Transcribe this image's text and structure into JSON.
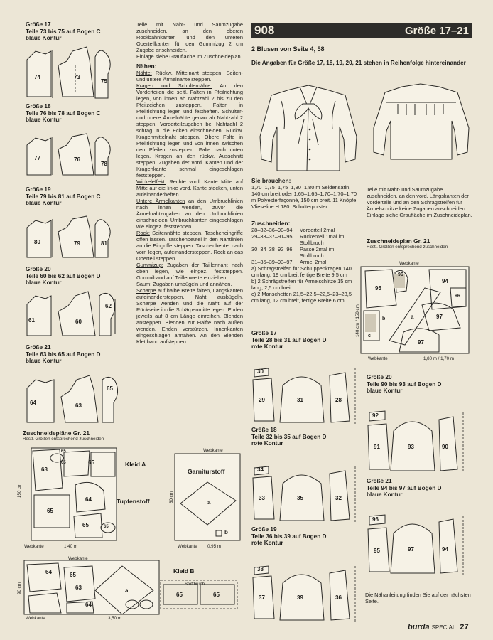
{
  "left_column": [
    {
      "size": "Größe 17",
      "parts": "Teile 73 bis 75 auf Bogen C",
      "contour": "blaue Kontur",
      "pieces": [
        "74",
        "73",
        "75"
      ]
    },
    {
      "size": "Größe 18",
      "parts": "Teile 76 bis 78 auf Bogen C",
      "contour": "blaue Kontur",
      "pieces": [
        "77",
        "76",
        "78"
      ]
    },
    {
      "size": "Größe 19",
      "parts": "Teile 79 bis 81 auf Bogen C",
      "contour": "blaue Kontur",
      "pieces": [
        "80",
        "79",
        "81"
      ]
    },
    {
      "size": "Größe 20",
      "parts": "Teile 60 bis 62 auf Bogen D",
      "contour": "blaue Kontur",
      "pieces": [
        "61",
        "60",
        "62"
      ]
    },
    {
      "size": "Größe 21",
      "parts": "Teile 63 bis 65 auf Bogen D",
      "contour": "blaue Kontur",
      "pieces": [
        "64",
        "63",
        "65"
      ]
    }
  ],
  "middle_text": {
    "intro": "Teile mit Naht- und Saumzugabe zuschneiden, an den oberen Rockbahnkanten und den unteren Oberteilkanten für den Gummizug 2 cm Zugabe anschneiden.",
    "einlage": "Einlage siehe Graufläche im Zuschneideplan.",
    "heading": "Nähen:",
    "paragraphs": [
      {
        "t": "Nähte:",
        "b": " Rückw. Mittelnaht steppen. Seiten- und untere Ärmelnähte steppen."
      },
      {
        "t": "Kragen und Schulternähte:",
        "b": " An den Vorderteilen die seitl. Falten in Pfeilrichtung legen, von innen ab Nahtzahl 2 bis zu den Pfeilzeichen zusteppen. Falten in Pfeilrichtung legen und festheften. Schulter- und obere Ärmelnähte genau ab Nahtzahl 2 steppen, Vorderteilzugaben bei Nahtzahl 2 schräg in die Ecken einschneiden. Rückw. Kragenmittelnaht steppen. Obere Falte in Pfeilrichtung legen und von innen zwischen den Pfeilen zusteppen. Falte nach unten legen. Kragen an den rückw. Ausschnitt steppen. Zugaben der vord. Kanten und der Kragenkante schmal eingeschlagen feststeppen."
      },
      {
        "t": "Wickeleffekt:",
        "b": " Rechte vord. Kante Mitte auf Mitte auf die linke vord. Kante stecken, unten aufeinanderheften."
      },
      {
        "t": "Untere Ärmelkanten",
        "b": " an den Umbruchlinien nach innen wenden, zuvor die Ärmelnahtzugaben an den Umbruchlinien einschneiden. Umbruchkanten eingeschlagen wie eingez. feststeppen."
      },
      {
        "t": "Rock:",
        "b": " Seitennähte steppen, Tascheneingriffe offen lassen. Taschenbeutel in den Nahtlinien an die Eingriffe steppen. Taschenbeutel nach vorn legen, aufeinandersteppen. Rock an das Oberteil steppen."
      },
      {
        "t": "Gummizug:",
        "b": " Zugaben der Taillennaht nach oben legen, wie eingez. feststeppen. Gummiband auf Taillenweite einziehen."
      },
      {
        "t": "Saum:",
        "b": " Zugaben umbügeln und annähen."
      },
      {
        "t": "Schärpe",
        "b": " auf halbe Breite falten, Längskanten aufeinandersteppen. Naht ausbügeln, Schärpe wenden und die Naht auf der Rückseite in die Schärpenmitte legen. Enden jeweils auf 8 cm Länge einreihen. Blenden ansteppen. Blenden zur Hälfte nach außen wenden, Enden verstürzen. Innenkanten eingeschlagen annähen. An den Blenden Klettband aufsteppen."
      }
    ]
  },
  "cutting_left": {
    "title": "Zuschneidepläne Gr. 21",
    "subtitle": "Restl. Größen entsprechend zuschneiden",
    "kleid_a": "Kleid A",
    "tupfen": "Tupfenstoff",
    "garnitur": "Garniturstoff",
    "kleid_b": "Kleid B",
    "stoffbruch": "Stoffbruch",
    "webkante": "Webkante",
    "w1": "1,40 m",
    "w2": "0,95 m",
    "w3": "3,50 m",
    "h1": "150 cm",
    "h2": "80 cm",
    "h3": "90 cm",
    "pieces_a": [
      "65",
      "65",
      "63",
      "65",
      "64",
      "65",
      "65",
      "65",
      "65",
      "64"
    ],
    "pieces_b": [
      "64",
      "65",
      "63",
      "64",
      "65",
      "65",
      "a",
      "65",
      "65",
      "65",
      "a",
      "b"
    ]
  },
  "right": {
    "number": "908",
    "size_range": "Größe 17–21",
    "subtitle": "2 Blusen von Seite 4, 58",
    "note": "Die Angaben für Größe 17, 18, 19, 20, 21 stehen in Reihenfolge hintereinander",
    "need_heading": "Sie brauchen:",
    "need_text": "1,70–1,75–1,75–1,80–1,80 m Seidensatin, 140 cm breit oder 1,65–1,65–1,70–1,70–1,70 m Polyesterfaçonné, 150 cm breit. 11 Knöpfe. Vlieseline H 180. Schulterpolster.",
    "cut_heading": "Zuschneiden:",
    "cut_rows": [
      {
        "n": "28–32–36–90–94",
        "d": "Vorderteil 2mal"
      },
      {
        "n": "29–33–37–91–95",
        "d": "Rückenteil 1mal im Stoffbruch"
      },
      {
        "n": "30–34–38–92–96",
        "d": "Passe 2mal im Stoffbruch"
      },
      {
        "n": "31–35–39–93–97",
        "d": "Ärmel 2mal"
      }
    ],
    "cut_extra": [
      "a) Schrägstreifen für Schluppenkragen 140 cm lang, 19 cm breit fertige Breite 9,5 cm",
      "b) 2 Schrägstreifen für Ärmelschlitze 15 cm lang, 2,5 cm breit",
      "c) 2 Manschetten 21,5–22,5–22,5–23–23,5 cm lang, 12 cm breit, fertige Breite 6 cm"
    ],
    "intro2": "Teile mit Naht- und Saumzugabe zuschneiden, an den vord. Längskanten der Vorderteile und an den Schrägstreifen für Ärmelschlitze keine Zugaben anschneiden.",
    "einlage2": "Einlage siehe Graufläche im Zuschneideplan.",
    "plan_heading": "Zuschneideplan Gr. 21",
    "plan_sub": "Restl. Größen entsprechend zuschneiden",
    "plan_webkante_top": "Webkante",
    "plan_webkante_bottom": "Webkante",
    "plan_width": "1,80 m / 1,70 m",
    "plan_height": "140 cm / 150 cm",
    "plan_pieces": [
      "95",
      "96",
      "94",
      "a",
      "97",
      "96",
      "97",
      "b",
      "c"
    ],
    "sizes_mid": [
      {
        "size": "Größe 17",
        "parts": "Teile 28 bis 31 auf Bogen D",
        "contour": "rote Kontur",
        "pieces": [
          "30",
          "29",
          "31",
          "28"
        ]
      },
      {
        "size": "Größe 18",
        "parts": "Teile 32 bis 35 auf Bogen D",
        "contour": "rote Kontur",
        "pieces": [
          "34",
          "33",
          "35",
          "32"
        ]
      },
      {
        "size": "Größe 19",
        "parts": "Teile 36 bis 39 auf Bogen D",
        "contour": "rote Kontur",
        "pieces": [
          "38",
          "37",
          "39",
          "36"
        ]
      }
    ],
    "sizes_right": [
      {
        "size": "Größe 20",
        "parts": "Teile 90 bis 93 auf Bogen D",
        "contour": "blaue Kontur",
        "pieces": [
          "92",
          "91",
          "93",
          "90"
        ]
      },
      {
        "size": "Größe 21",
        "parts": "Teile 94 bis 97 auf Bogen D",
        "contour": "blaue Kontur",
        "pieces": [
          "96",
          "95",
          "97",
          "94"
        ]
      }
    ],
    "footer_note": "Die Nähanleitung finden Sie auf der nächsten Seite."
  },
  "footer": {
    "brand": "burda",
    "special": "SPECIAL",
    "page": "27"
  }
}
